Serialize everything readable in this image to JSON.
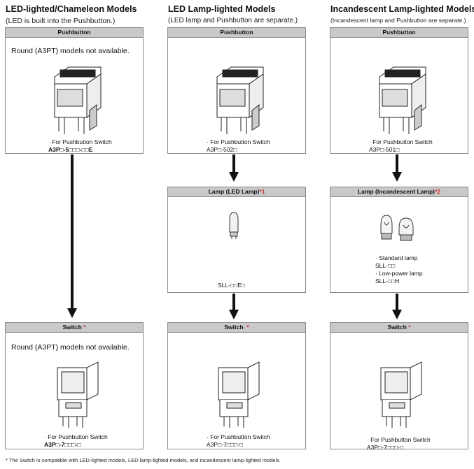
{
  "columns": [
    {
      "title": "LED-lighted/Chameleon Models",
      "subtitle": "(LED is built into the Pushbutton.)",
      "pushbutton_head": "Pushbutton",
      "pushbutton_note": "Round (A3PT) models not available.",
      "pushbutton_for": "· For Pushbutton Switch",
      "pushbutton_model": "A3P□-5□□□-□□E",
      "switch_head": "Switch",
      "switch_mark": "*",
      "switch_note": "Round (A3PT) models not available.",
      "switch_for": "· For Pushbutton Switch",
      "switch_model": "A3P□-7□□□-□"
    },
    {
      "title": "LED Lamp-lighted Models",
      "subtitle": "(LED lamp and Pushbutton are separate.)",
      "pushbutton_head": "Pushbutton",
      "pushbutton_for": "· For Pushbutton Switch",
      "pushbutton_model": "A3P□-502□",
      "lamp_head": "Lamp (LED Lamp)",
      "lamp_mark": "*1",
      "lamp_model": "SLL-□□E□",
      "switch_head": "Switch",
      "switch_mark": "*",
      "switch_for": "· For Pushbutton Switch",
      "switch_model": "A3P□-7□□□-□"
    },
    {
      "title": "Incandescent Lamp-lighted Models",
      "subtitle": "(Incandescent lamp and Pushbutton are separate.)",
      "pushbutton_head": "Pushbutton",
      "pushbutton_for": "· For Pushbutton Switch",
      "pushbutton_model": "A3P□-501□",
      "lamp_head": "Lamp (Incandescent Lamp)",
      "lamp_mark": "*2",
      "lamp_std_label": "· Standard lamp",
      "lamp_std_model": "SLL-□□",
      "lamp_low_label": "· Low-power lamp",
      "lamp_low_model": "SLL-□□H",
      "switch_head": "Switch",
      "switch_mark": "*",
      "switch_for": "· For Pushbutton Switch",
      "switch_model": "A3P□-7□□□-□"
    }
  ],
  "footnote": "* The Switch is compatible with LED-lighted models, LED lamp-lighted models, and incandescent lamp-lighted models.",
  "colors": {
    "header_fill": "#c9c9c9",
    "mark": "#d12a2a",
    "border": "#888888"
  }
}
